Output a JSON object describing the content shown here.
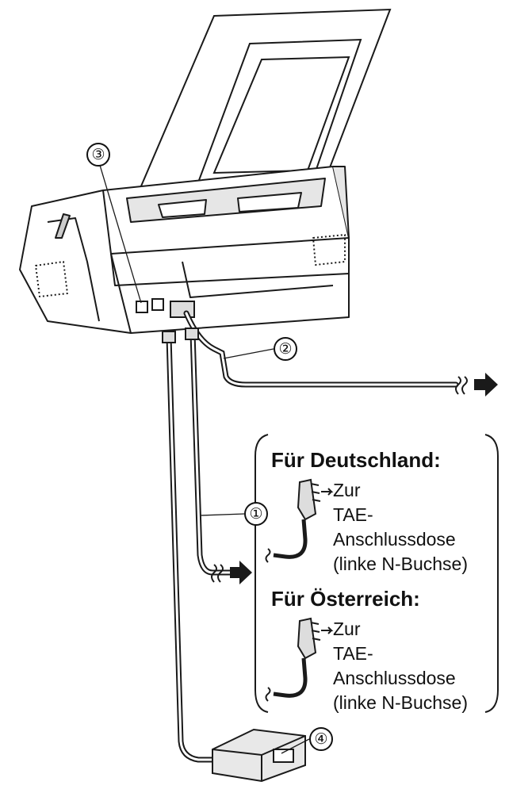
{
  "callouts": [
    "①",
    "②",
    "③",
    "④"
  ],
  "arrow_glyph": "➡",
  "germany": {
    "heading": "Für Deutschland:",
    "lines": [
      "Zur",
      "TAE-",
      "Anschlussdose",
      "(linke N-Buchse)"
    ]
  },
  "austria": {
    "heading": "Für Österreich:",
    "lines": [
      "Zur",
      "TAE-",
      "Anschlussdose",
      "(linke N-Buchse)"
    ]
  },
  "colors": {
    "line": "#1a1a1a",
    "paper": "#ffffff",
    "shade": "#cfcfcf"
  }
}
